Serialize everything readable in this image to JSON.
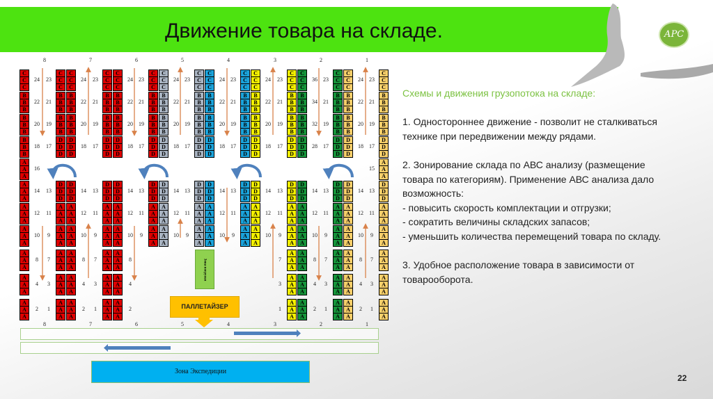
{
  "header": {
    "title": "Движение товара на складе.",
    "logo_text": "АРС"
  },
  "diagram": {
    "aisle_numbers": [
      "8",
      "7",
      "6",
      "5",
      "4",
      "3",
      "2",
      "1"
    ],
    "colors": {
      "red": "#e00000",
      "gray": "#a9b4c2",
      "blue": "#1ba4dc",
      "yellow": "#f4f000",
      "green": "#15943a",
      "orange": "#f7cf6a"
    },
    "racks": [
      {
        "colors": [
          "red"
        ],
        "blocks": [
          "C",
          "B",
          "B",
          "B",
          "A",
          "A",
          "A",
          "A",
          "A",
          "A",
          "A"
        ],
        "left": [],
        "right": [
          "24",
          "22",
          "20",
          "18",
          "16",
          "14",
          "12",
          "10",
          "8",
          "4",
          "2"
        ]
      },
      {
        "colors": [
          "red",
          "red"
        ],
        "blocks": [
          "C",
          "B",
          "B",
          "D",
          null,
          "D",
          "A",
          "A",
          "A",
          "A",
          "A"
        ],
        "left": [
          "23",
          "21",
          "19",
          "17",
          null,
          "13",
          "11",
          "9",
          "7",
          "3",
          "1"
        ],
        "right": [
          "24",
          "22",
          "20",
          "18",
          null,
          "14",
          "12",
          "10",
          "8",
          "4",
          "2"
        ]
      },
      {
        "colors": [
          "red",
          "red"
        ],
        "blocks": [
          "C",
          "B",
          "B",
          "D",
          null,
          "D",
          "A",
          "A",
          "A",
          "A",
          "A"
        ],
        "left": [
          "23",
          "21",
          "19",
          "17",
          null,
          "13",
          "11",
          "9",
          "7",
          "3",
          "1"
        ],
        "right": [
          "24",
          "22",
          "20",
          "18",
          null,
          "14",
          "12",
          "10",
          "8",
          "4",
          "2"
        ]
      },
      {
        "colors": [
          "red",
          "gray"
        ],
        "blocks": [
          "C",
          "B",
          "B",
          "D",
          null,
          "D",
          "A",
          "A"
        ],
        "left": [
          "23",
          "21",
          "19",
          "17",
          null,
          "13",
          "11",
          "9"
        ],
        "right": [
          "24",
          "22",
          "20",
          "18",
          null,
          "14",
          "12",
          "10"
        ]
      },
      {
        "colors": [
          "gray",
          "blue"
        ],
        "blocks": [
          "C",
          "B",
          "B",
          "D",
          null,
          "D",
          "A",
          "A"
        ],
        "left": [
          "23",
          "21",
          "19",
          "17",
          null,
          "13",
          "11",
          "9"
        ],
        "right": [
          "24",
          "22",
          "20",
          "18",
          null,
          "14",
          "12",
          "10"
        ]
      },
      {
        "colors": [
          "blue",
          "yellow"
        ],
        "blocks": [
          "C",
          "B",
          "B",
          "D",
          null,
          "D",
          "A",
          "A"
        ],
        "left": [
          "23",
          "21",
          "19",
          "17",
          null,
          "13",
          "11",
          "9"
        ],
        "right": [
          "24",
          "22",
          "20",
          "18",
          null,
          "14",
          "12",
          "10"
        ]
      },
      {
        "colors": [
          "yellow",
          "green"
        ],
        "blocks": [
          "C",
          "B",
          "B",
          "D",
          null,
          "D",
          "A",
          "A",
          "A",
          "A",
          "A"
        ],
        "left": [
          "23",
          "21",
          "19",
          "17",
          null,
          "13",
          "11",
          "9",
          "7",
          "3",
          "1"
        ],
        "right": [
          "36",
          "34",
          "32",
          "28",
          null,
          "14",
          "12",
          "10",
          "8",
          "4",
          "2"
        ]
      },
      {
        "colors": [
          "green",
          "orange"
        ],
        "blocks": [
          "C",
          "B",
          "B",
          "D",
          null,
          "D",
          "A",
          "A",
          "A",
          "A",
          "A"
        ],
        "left": [
          "23",
          "21",
          "19",
          "17",
          null,
          "13",
          "11",
          "9",
          "7",
          "3",
          "1"
        ],
        "right": [
          "24",
          "22",
          "20",
          "18",
          null,
          "14",
          "12",
          "10",
          "8",
          "4",
          "2"
        ]
      },
      {
        "colors": [
          "orange"
        ],
        "blocks": [
          "C",
          "B",
          "B",
          "D",
          "A",
          "D",
          "A",
          "A",
          "A",
          "A",
          "A"
        ],
        "left": [
          "23",
          "21",
          "19",
          "17",
          "15",
          "13",
          "11",
          "9",
          "7",
          "3",
          "1"
        ],
        "right": []
      }
    ],
    "loading_zone": "Зона погрузки",
    "palletizer": "ПАЛЛЕТАЙЗЕР",
    "expedition_zone": "Зона Экспедиции"
  },
  "content": {
    "heading": "Схемы и движения грузопотока на складе:",
    "p1": [
      "1. Одностороннее  движение - позволит не сталкиваться",
      "технике при передвижении между рядами."
    ],
    "p2": [
      "2. Зонирование склада по АВС анализу (размещение",
      "товара по категориям). Применение АВС анализа дало",
      "возможность:",
      "- повысить скорость комплектации и отгрузки;",
      "- сократить величины складских запасов;",
      "- уменьшить количества перемещений товара по складу."
    ],
    "p3": [
      "3. Удобное расположение товара в зависимости от",
      "товарооборота."
    ]
  },
  "page_number": "22"
}
